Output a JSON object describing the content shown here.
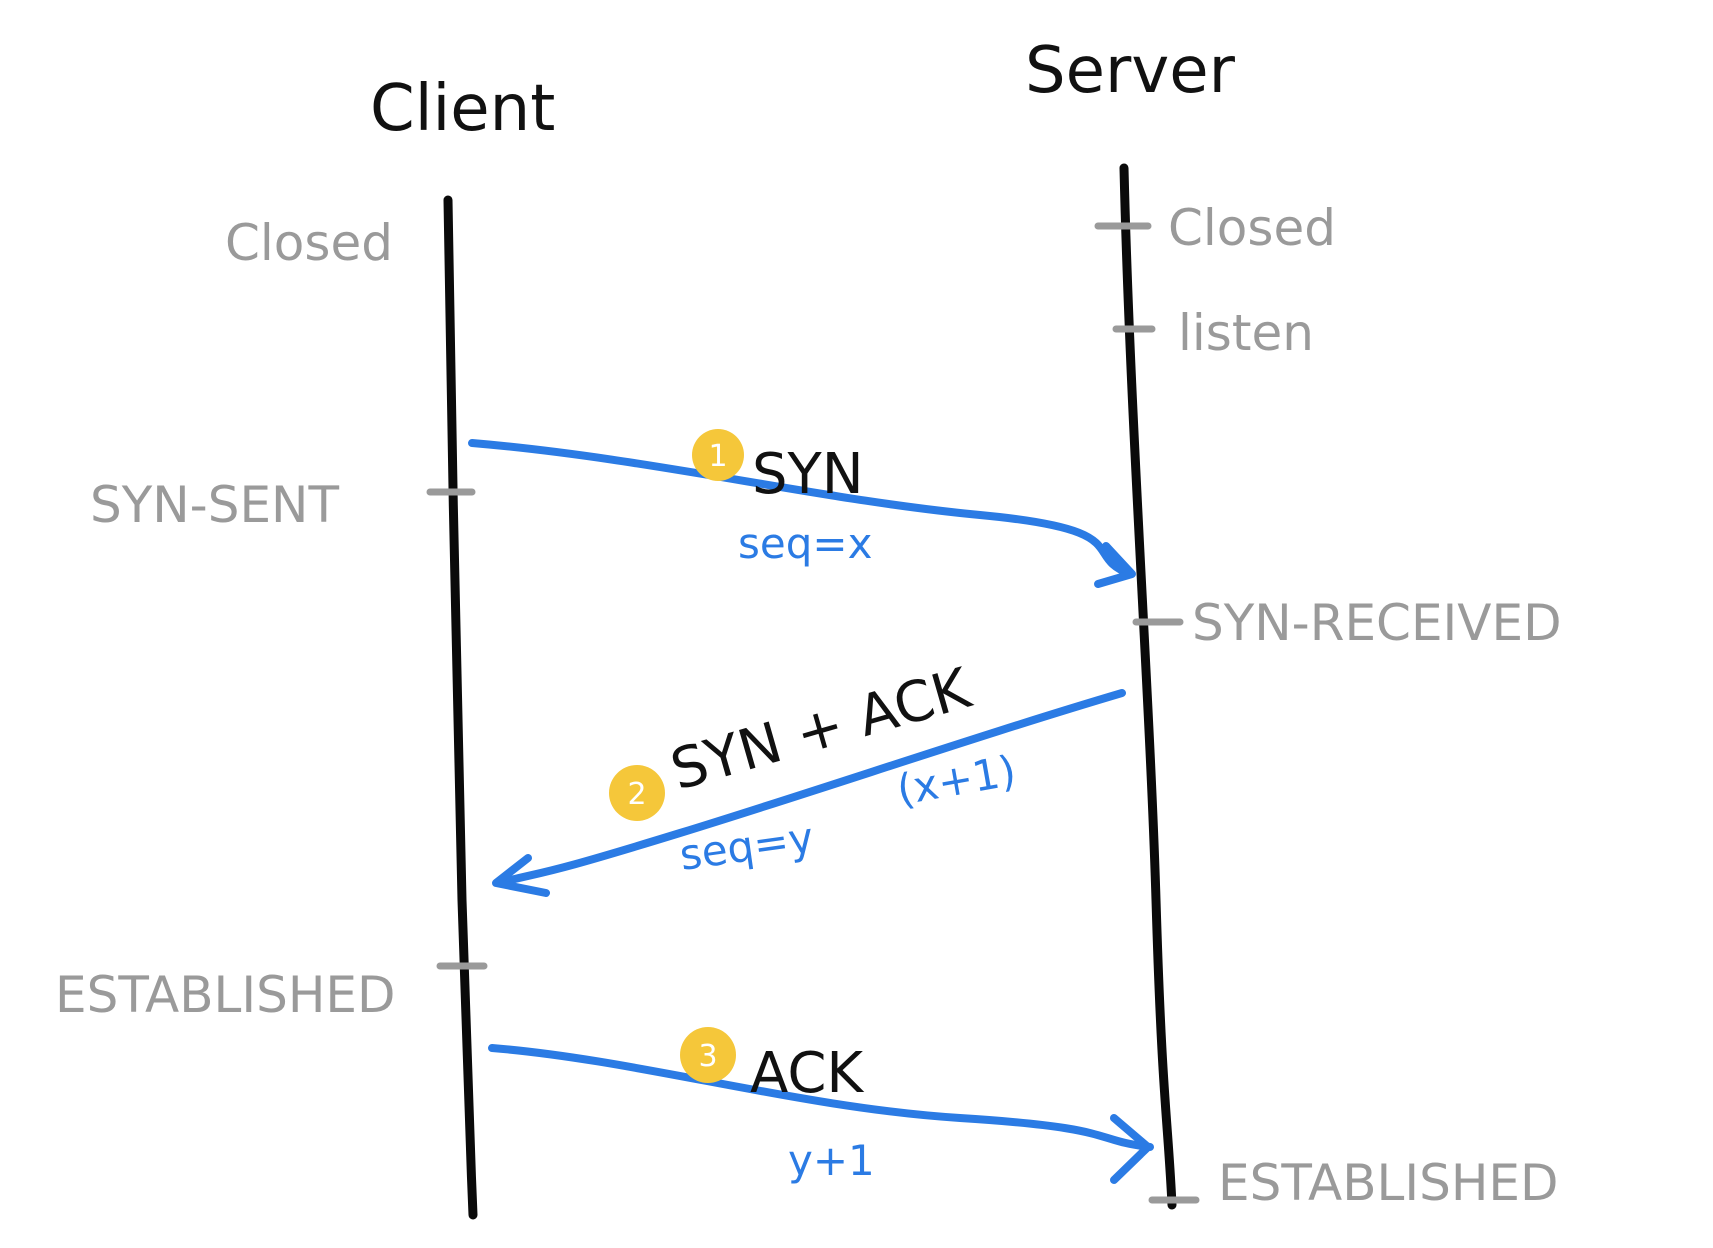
{
  "actors": {
    "client": "Client",
    "server": "Server"
  },
  "client_states": {
    "closed": "Closed",
    "syn_sent": "SYN-SENT",
    "established": "ESTABLISHED"
  },
  "server_states": {
    "closed": "Closed",
    "listen": "listen",
    "syn_received": "SYN-RECEIVED",
    "established": "ESTABLISHED"
  },
  "steps": [
    {
      "number": "1",
      "label": "SYN",
      "params": [
        "seq=x"
      ]
    },
    {
      "number": "2",
      "label": "SYN + ACK",
      "params": [
        "seq=y",
        "(x+1)"
      ]
    },
    {
      "number": "3",
      "label": "ACK",
      "params": [
        "y+1"
      ]
    }
  ],
  "colors": {
    "lifeline": "#0a0a0a",
    "state_text": "#9a9a9a",
    "message_arrow": "#2b7be4",
    "step_badge": "#f5c73a"
  }
}
